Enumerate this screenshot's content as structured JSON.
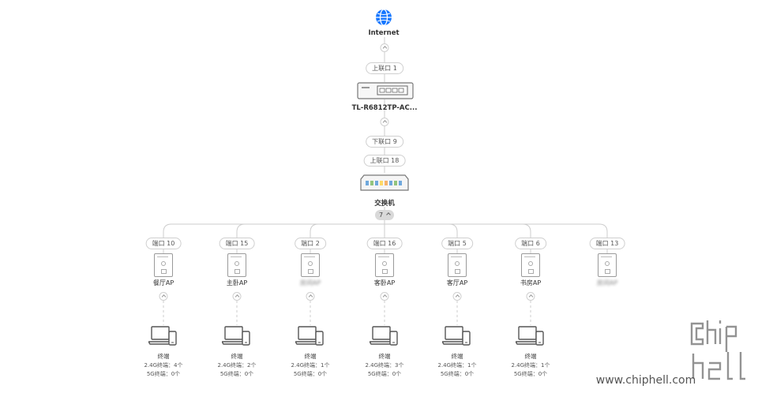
{
  "internet": {
    "label": "Internet"
  },
  "router": {
    "uplink_port": "上联口 1",
    "name": "TL-R6812TP-AC..."
  },
  "switch": {
    "downlink_port": "下联口 9",
    "uplink_port": "上联口 18",
    "name": "交换机",
    "child_count": "7"
  },
  "aps": [
    {
      "port": "端口 10",
      "name": "餐厅AP",
      "name_blurred": false,
      "has_clients": true,
      "client_label": "终端",
      "stat_24": "2.4G终端：4个",
      "stat_5": "5G终端：0个"
    },
    {
      "port": "端口 15",
      "name": "主卧AP",
      "name_blurred": false,
      "has_clients": true,
      "client_label": "终端",
      "stat_24": "2.4G终端：2个",
      "stat_5": "5G终端：0个"
    },
    {
      "port": "端口 2",
      "name": "房间AP",
      "name_blurred": true,
      "has_clients": true,
      "client_label": "终端",
      "stat_24": "2.4G终端：1个",
      "stat_5": "5G终端：0个"
    },
    {
      "port": "端口 16",
      "name": "客卧AP",
      "name_blurred": false,
      "has_clients": true,
      "client_label": "终端",
      "stat_24": "2.4G终端：3个",
      "stat_5": "5G终端：0个"
    },
    {
      "port": "端口 5",
      "name": "客厅AP",
      "name_blurred": false,
      "has_clients": true,
      "client_label": "终端",
      "stat_24": "2.4G终端：1个",
      "stat_5": "5G终端：0个"
    },
    {
      "port": "端口 6",
      "name": "书房AP",
      "name_blurred": false,
      "has_clients": true,
      "client_label": "终端",
      "stat_24": "2.4G终端：1个",
      "stat_5": "5G终端：0个"
    },
    {
      "port": "端口 13",
      "name": "房间AP",
      "name_blurred": true,
      "has_clients": false,
      "client_label": "",
      "stat_24": "",
      "stat_5": ""
    }
  ],
  "watermark": {
    "text": "www.chiphell.com",
    "logo_text": "chiphell"
  },
  "colors": {
    "internet_blue": "#1677ff",
    "line": "#cccccc",
    "watermark": "#555555"
  }
}
